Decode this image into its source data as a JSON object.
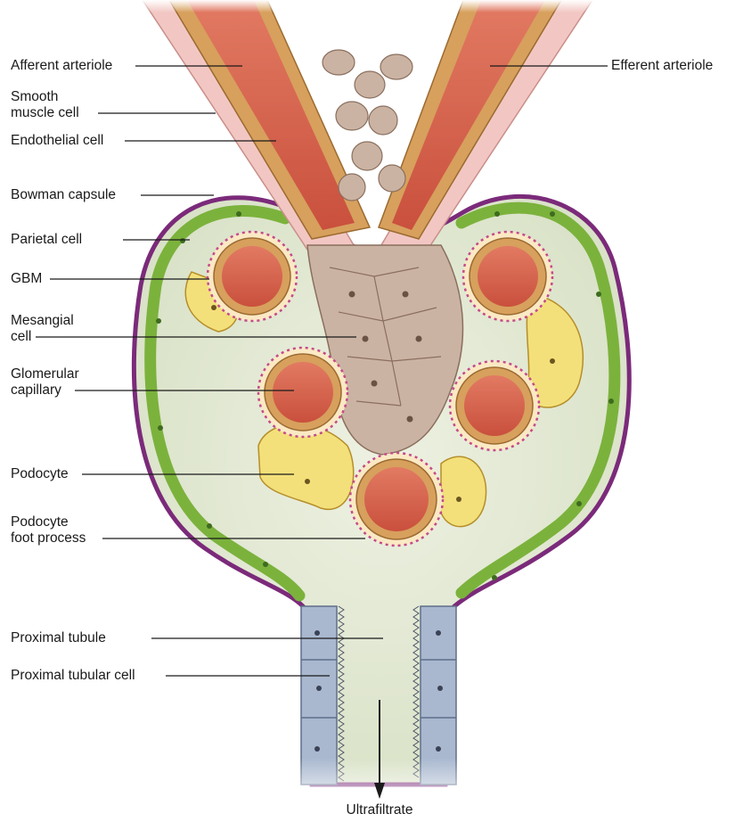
{
  "labels": {
    "afferent_arteriole": "Afferent arteriole",
    "smooth_muscle_cell": "Smooth\nmuscle cell",
    "endothelial_cell": "Endothelial cell",
    "bowman_capsule": "Bowman capsule",
    "parietal_cell": "Parietal cell",
    "gbm": "GBM",
    "mesangial_cell": "Mesangial\ncell",
    "glomerular_capillary": "Glomerular\ncapillary",
    "podocyte": "Podocyte",
    "podocyte_foot_process": "Podocyte\nfoot process",
    "proximal_tubule": "Proximal tubule",
    "proximal_tubular_cell": "Proximal tubular cell",
    "efferent_arteriole": "Efferent arteriole",
    "ultrafiltrate": "Ultrafiltrate"
  },
  "colors": {
    "capsule_outline": "#7b2a7a",
    "parietal_cell": "#7bb23c",
    "urinary_space": "#dfe6cf",
    "capillary_lumen": "#d9654f",
    "vessel_wall": "#d7a05d",
    "gbm": "#c44a8a",
    "mesangial_cell": "#cbb3a3",
    "podocyte": "#f3e07a",
    "tubular_cell": "#a9b8cf",
    "smooth_muscle": "#f2c7c3"
  }
}
